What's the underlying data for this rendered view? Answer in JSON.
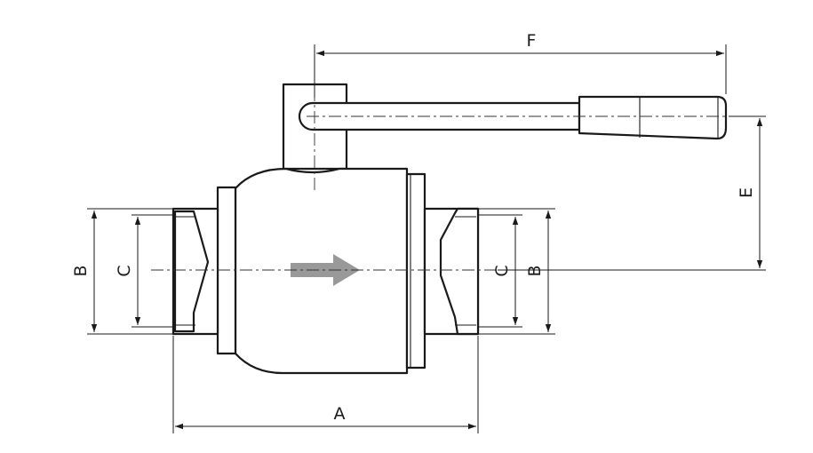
{
  "colors": {
    "line": "#1a1a1a",
    "flow_arrow": "#999999",
    "background": "#ffffff"
  },
  "icons": {
    "flow_direction": "flow-direction-arrow-icon"
  },
  "dimensions": {
    "A": "A",
    "B_left": "B",
    "C_left": "C",
    "C_right": "C",
    "B_right": "B",
    "E": "E",
    "F": "F"
  }
}
